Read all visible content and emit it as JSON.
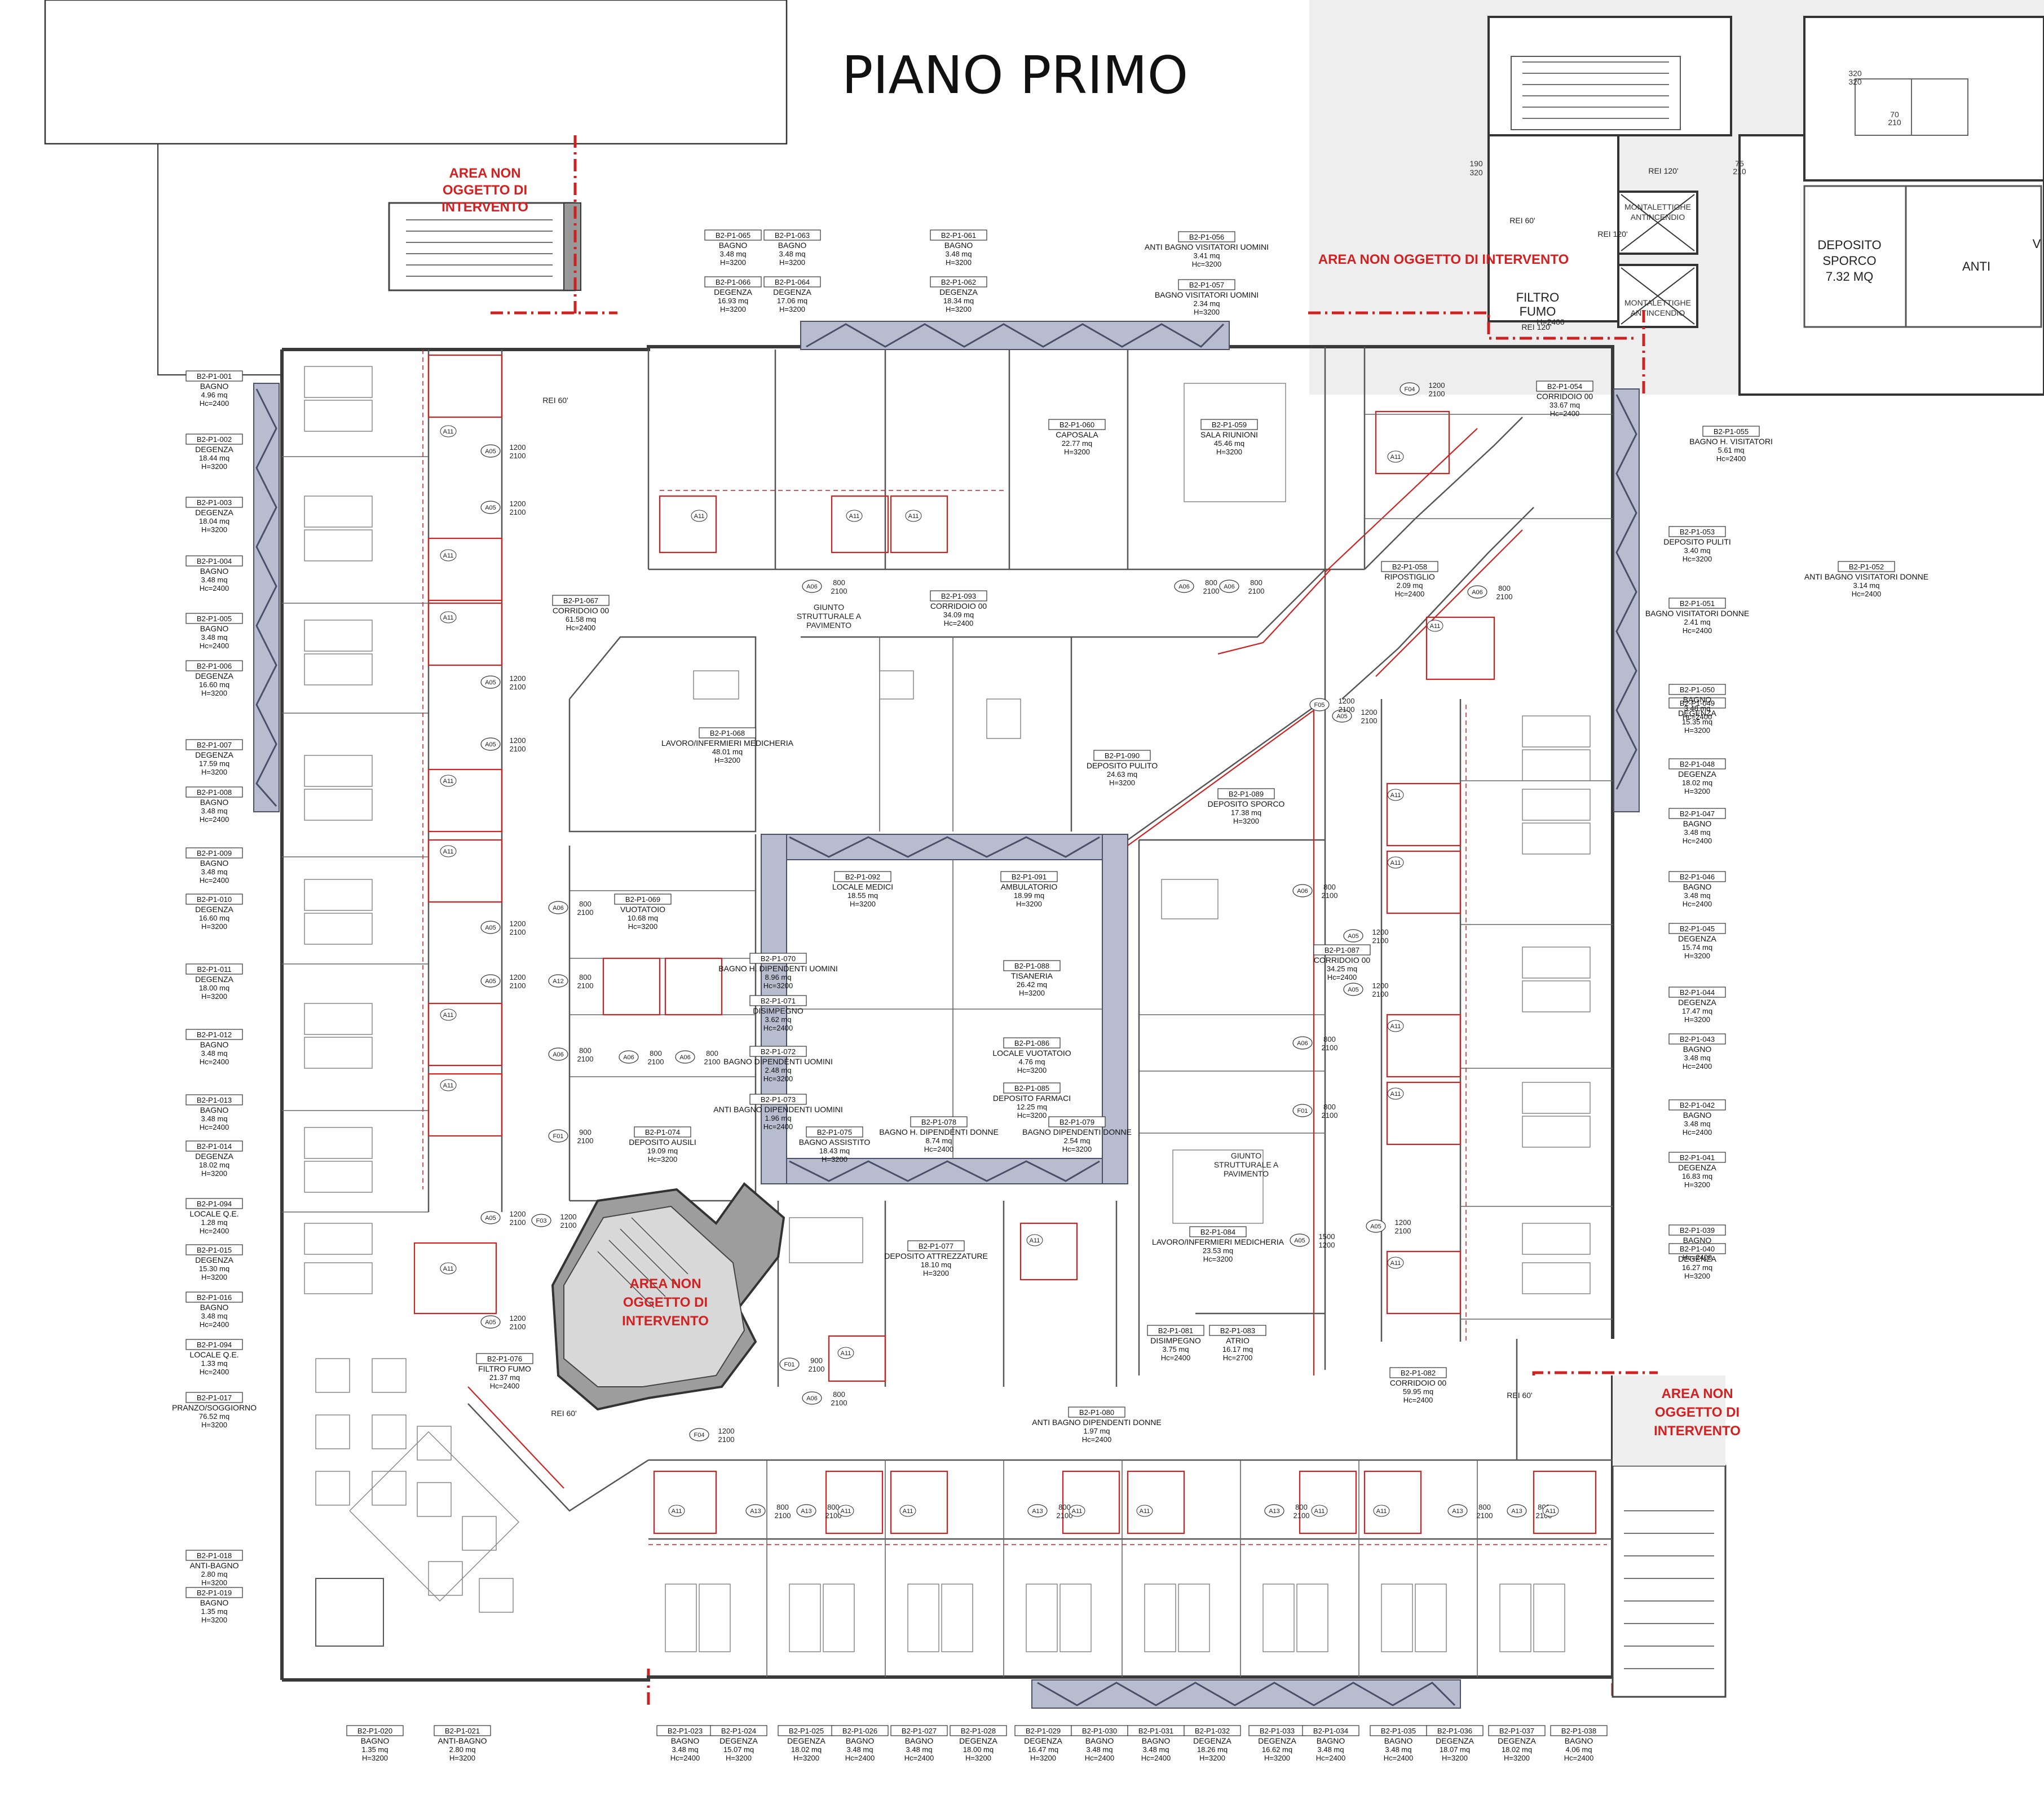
{
  "title": "PIANO PRIMO",
  "zones": [
    {
      "id": "zone-top-left",
      "lines": [
        "AREA NON",
        "OGGETTO DI",
        "INTERVENTO"
      ]
    },
    {
      "id": "zone-top-right",
      "lines": [
        "AREA NON OGGETTO DI INTERVENTO"
      ]
    },
    {
      "id": "zone-center",
      "lines": [
        "AREA NON",
        "OGGETTO DI",
        "INTERVENTO"
      ]
    },
    {
      "id": "zone-right",
      "lines": [
        "AREA NON",
        "OGGETTO DI",
        "INTERVENTO"
      ]
    }
  ],
  "rooms": [
    {
      "id": "B2-P1-001",
      "name": "BAGNO",
      "area": "4.96 mq",
      "h": "Hc=2400"
    },
    {
      "id": "B2-P1-002",
      "name": "DEGENZA",
      "area": "18.44 mq",
      "h": "H=3200"
    },
    {
      "id": "B2-P1-003",
      "name": "DEGENZA",
      "area": "18.04 mq",
      "h": "H=3200"
    },
    {
      "id": "B2-P1-004",
      "name": "BAGNO",
      "area": "3.48 mq",
      "h": "Hc=2400"
    },
    {
      "id": "B2-P1-005",
      "name": "BAGNO",
      "area": "3.48 mq",
      "h": "Hc=2400"
    },
    {
      "id": "B2-P1-006",
      "name": "DEGENZA",
      "area": "16.60 mq",
      "h": "H=3200"
    },
    {
      "id": "B2-P1-007",
      "name": "DEGENZA",
      "area": "17.59 mq",
      "h": "H=3200"
    },
    {
      "id": "B2-P1-008",
      "name": "BAGNO",
      "area": "3.48 mq",
      "h": "Hc=2400"
    },
    {
      "id": "B2-P1-009",
      "name": "BAGNO",
      "area": "3.48 mq",
      "h": "Hc=2400"
    },
    {
      "id": "B2-P1-010",
      "name": "DEGENZA",
      "area": "16.60 mq",
      "h": "H=3200"
    },
    {
      "id": "B2-P1-011",
      "name": "DEGENZA",
      "area": "18.00 mq",
      "h": "H=3200"
    },
    {
      "id": "B2-P1-012",
      "name": "BAGNO",
      "area": "3.48 mq",
      "h": "Hc=2400"
    },
    {
      "id": "B2-P1-013",
      "name": "BAGNO",
      "area": "3.48 mq",
      "h": "Hc=2400"
    },
    {
      "id": "B2-P1-014",
      "name": "DEGENZA",
      "area": "18.02 mq",
      "h": "H=3200"
    },
    {
      "id": "B2-P1-094",
      "name": "LOCALE Q.E.",
      "area": "1.28 mq",
      "h": "Hc=2400"
    },
    {
      "id": "B2-P1-015",
      "name": "DEGENZA",
      "area": "15.30 mq",
      "h": "H=3200"
    },
    {
      "id": "B2-P1-016",
      "name": "BAGNO",
      "area": "3.48 mq",
      "h": "Hc=2400"
    },
    {
      "id": "B2-P1-094",
      "name": "LOCALE Q.E.",
      "area": "1.33 mq",
      "h": "Hc=2400"
    },
    {
      "id": "B2-P1-017",
      "name": "PRANZO/SOGGIORNO",
      "area": "76.52 mq",
      "h": "H=3200"
    },
    {
      "id": "B2-P1-018",
      "name": "ANTI-BAGNO",
      "area": "2.80 mq",
      "h": "H=3200"
    },
    {
      "id": "B2-P1-019",
      "name": "BAGNO",
      "area": "1.35 mq",
      "h": "H=3200"
    },
    {
      "id": "B2-P1-020",
      "name": "BAGNO",
      "area": "1.35 mq",
      "h": "H=3200"
    },
    {
      "id": "B2-P1-021",
      "name": "ANTI-BAGNO",
      "area": "2.80 mq",
      "h": "H=3200"
    },
    {
      "id": "B2-P1-023",
      "name": "BAGNO",
      "area": "3.48 mq",
      "h": "Hc=2400"
    },
    {
      "id": "B2-P1-024",
      "name": "DEGENZA",
      "area": "15.07 mq",
      "h": "H=3200"
    },
    {
      "id": "B2-P1-025",
      "name": "DEGENZA",
      "area": "18.02 mq",
      "h": "H=3200"
    },
    {
      "id": "B2-P1-026",
      "name": "BAGNO",
      "area": "3.48 mq",
      "h": "Hc=2400"
    },
    {
      "id": "B2-P1-027",
      "name": "BAGNO",
      "area": "3.48 mq",
      "h": "Hc=2400"
    },
    {
      "id": "B2-P1-028",
      "name": "DEGENZA",
      "area": "18.00 mq",
      "h": "H=3200"
    },
    {
      "id": "B2-P1-029",
      "name": "DEGENZA",
      "area": "16.47 mq",
      "h": "H=3200"
    },
    {
      "id": "B2-P1-030",
      "name": "BAGNO",
      "area": "3.48 mq",
      "h": "Hc=2400"
    },
    {
      "id": "B2-P1-031",
      "name": "BAGNO",
      "area": "3.48 mq",
      "h": "Hc=2400"
    },
    {
      "id": "B2-P1-032",
      "name": "DEGENZA",
      "area": "18.26 mq",
      "h": "H=3200"
    },
    {
      "id": "B2-P1-033",
      "name": "DEGENZA",
      "area": "16.62 mq",
      "h": "H=3200"
    },
    {
      "id": "B2-P1-034",
      "name": "BAGNO",
      "area": "3.48 mq",
      "h": "Hc=2400"
    },
    {
      "id": "B2-P1-035",
      "name": "BAGNO",
      "area": "3.48 mq",
      "h": "Hc=2400"
    },
    {
      "id": "B2-P1-036",
      "name": "DEGENZA",
      "area": "18.07 mq",
      "h": "H=3200"
    },
    {
      "id": "B2-P1-037",
      "name": "DEGENZA",
      "area": "18.02 mq",
      "h": "H=3200"
    },
    {
      "id": "B2-P1-038",
      "name": "BAGNO",
      "area": "4.06 mq",
      "h": "Hc=2400"
    },
    {
      "id": "B2-P1-039",
      "name": "BAGNO",
      "area": "3.48 mq",
      "h": "Hc=2400"
    },
    {
      "id": "B2-P1-040",
      "name": "DEGENZA",
      "area": "16.27 mq",
      "h": "H=3200"
    },
    {
      "id": "B2-P1-041",
      "name": "DEGENZA",
      "area": "16.83 mq",
      "h": "H=3200"
    },
    {
      "id": "B2-P1-042",
      "name": "BAGNO",
      "area": "3.48 mq",
      "h": "Hc=2400"
    },
    {
      "id": "B2-P1-043",
      "name": "BAGNO",
      "area": "3.48 mq",
      "h": "Hc=2400"
    },
    {
      "id": "B2-P1-044",
      "name": "DEGENZA",
      "area": "17.47 mq",
      "h": "H=3200"
    },
    {
      "id": "B2-P1-045",
      "name": "DEGENZA",
      "area": "15.74 mq",
      "h": "H=3200"
    },
    {
      "id": "B2-P1-046",
      "name": "BAGNO",
      "area": "3.48 mq",
      "h": "Hc=2400"
    },
    {
      "id": "B2-P1-047",
      "name": "BAGNO",
      "area": "3.48 mq",
      "h": "Hc=2400"
    },
    {
      "id": "B2-P1-048",
      "name": "DEGENZA",
      "area": "18.02 mq",
      "h": "H=3200"
    },
    {
      "id": "B2-P1-049",
      "name": "DEGENZA",
      "area": "15.35 mq",
      "h": "H=3200"
    },
    {
      "id": "B2-P1-050",
      "name": "BAGNO",
      "area": "3.48 mq",
      "h": "Hc=2400"
    },
    {
      "id": "B2-P1-051",
      "name": "BAGNO VISITATORI DONNE",
      "area": "2.41 mq",
      "h": "Hc=2400"
    },
    {
      "id": "B2-P1-052",
      "name": "ANTI BAGNO VISITATORI DONNE",
      "area": "3.14 mq",
      "h": "Hc=2400"
    },
    {
      "id": "B2-P1-053",
      "name": "DEPOSITO PULITI",
      "area": "3.40 mq",
      "h": "Hc=3200"
    },
    {
      "id": "B2-P1-054",
      "name": "CORRIDOIO 00",
      "area": "33.67 mq",
      "h": "Hc=2400"
    },
    {
      "id": "B2-P1-055",
      "name": "BAGNO H. VISITATORI",
      "area": "5.61 mq",
      "h": "Hc=2400"
    },
    {
      "id": "B2-P1-056",
      "name": "ANTI BAGNO VISITATORI UOMINI",
      "area": "3.41 mq",
      "h": "Hc=3200"
    },
    {
      "id": "B2-P1-057",
      "name": "BAGNO VISITATORI UOMINI",
      "area": "2.34 mq",
      "h": "H=3200"
    },
    {
      "id": "B2-P1-058",
      "name": "RIPOSTIGLIO",
      "area": "2.09 mq",
      "h": "Hc=2400"
    },
    {
      "id": "B2-P1-059",
      "name": "SALA RIUNIONI",
      "area": "45.46 mq",
      "h": "H=3200"
    },
    {
      "id": "B2-P1-060",
      "name": "CAPOSALA",
      "area": "22.77 mq",
      "h": "H=3200"
    },
    {
      "id": "B2-P1-061",
      "name": "BAGNO",
      "area": "3.48 mq",
      "h": "H=3200"
    },
    {
      "id": "B2-P1-062",
      "name": "DEGENZA",
      "area": "18.34 mq",
      "h": "H=3200"
    },
    {
      "id": "B2-P1-063",
      "name": "BAGNO",
      "area": "3.48 mq",
      "h": "H=3200"
    },
    {
      "id": "B2-P1-064",
      "name": "DEGENZA",
      "area": "17.06 mq",
      "h": "H=3200"
    },
    {
      "id": "B2-P1-065",
      "name": "BAGNO",
      "area": "3.48 mq",
      "h": "H=3200"
    },
    {
      "id": "B2-P1-066",
      "name": "DEGENZA",
      "area": "16.93 mq",
      "h": "H=3200"
    },
    {
      "id": "B2-P1-067",
      "name": "CORRIDOIO 00",
      "area": "61.58 mq",
      "h": "Hc=2400"
    },
    {
      "id": "B2-P1-068",
      "name": "LAVORO/INFERMIERI MEDICHERIA",
      "area": "48.01 mq",
      "h": "H=3200"
    },
    {
      "id": "B2-P1-069",
      "name": "VUOTATOIO",
      "area": "10.68 mq",
      "h": "Hc=3200"
    },
    {
      "id": "B2-P1-070",
      "name": "BAGNO H. DIPENDENTI UOMINI",
      "area": "8.96 mq",
      "h": "Hc=3200"
    },
    {
      "id": "B2-P1-071",
      "name": "DISIMPEGNO",
      "area": "3.62 mq",
      "h": "Hc=2400"
    },
    {
      "id": "B2-P1-072",
      "name": "BAGNO DIPENDENTI UOMINI",
      "area": "2.48 mq",
      "h": "Hc=3200"
    },
    {
      "id": "B2-P1-073",
      "name": "ANTI BAGNO DIPENDENTI UOMINI",
      "area": "1.96 mq",
      "h": "Hc=2400"
    },
    {
      "id": "B2-P1-074",
      "name": "DEPOSITO AUSILI",
      "area": "19.09 mq",
      "h": "Hc=3200"
    },
    {
      "id": "B2-P1-075",
      "name": "BAGNO ASSISTITO",
      "area": "18.43 mq",
      "h": "H=3200"
    },
    {
      "id": "B2-P1-076",
      "name": "FILTRO FUMO",
      "area": "21.37 mq",
      "h": "Hc=2400"
    },
    {
      "id": "B2-P1-077",
      "name": "DEPOSITO ATTREZZATURE",
      "area": "18.10 mq",
      "h": "H=3200"
    },
    {
      "id": "B2-P1-078",
      "name": "BAGNO H. DIPENDENTI DONNE",
      "area": "8.74 mq",
      "h": "Hc=2400"
    },
    {
      "id": "B2-P1-079",
      "name": "BAGNO DIPENDENTI DONNE",
      "area": "2.54 mq",
      "h": "Hc=3200"
    },
    {
      "id": "B2-P1-080",
      "name": "ANTI BAGNO DIPENDENTI DONNE",
      "area": "1.97 mq",
      "h": "Hc=2400"
    },
    {
      "id": "B2-P1-081",
      "name": "DISIMPEGNO",
      "area": "3.75 mq",
      "h": "Hc=2400"
    },
    {
      "id": "B2-P1-082",
      "name": "CORRIDOIO 00",
      "area": "59.95 mq",
      "h": "Hc=2400"
    },
    {
      "id": "B2-P1-083",
      "name": "ATRIO",
      "area": "16.17 mq",
      "h": "Hc=2700"
    },
    {
      "id": "B2-P1-084",
      "name": "LAVORO/INFERMIERI MEDICHERIA",
      "area": "23.53 mq",
      "h": "Hc=3200"
    },
    {
      "id": "B2-P1-085",
      "name": "DEPOSITO FARMACI",
      "area": "12.25 mq",
      "h": "Hc=3200"
    },
    {
      "id": "B2-P1-086",
      "name": "LOCALE VUOTATOIO",
      "area": "4.76 mq",
      "h": "Hc=3200"
    },
    {
      "id": "B2-P1-087",
      "name": "CORRIDOIO 00",
      "area": "34.25 mq",
      "h": "Hc=2400"
    },
    {
      "id": "B2-P1-088",
      "name": "TISANERIA",
      "area": "26.42 mq",
      "h": "H=3200"
    },
    {
      "id": "B2-P1-089",
      "name": "DEPOSITO SPORCO",
      "area": "17.38 mq",
      "h": "H=3200"
    },
    {
      "id": "B2-P1-090",
      "name": "DEPOSITO PULITO",
      "area": "24.63 mq",
      "h": "H=3200"
    },
    {
      "id": "B2-P1-091",
      "name": "AMBULATORIO",
      "area": "18.99 mq",
      "h": "H=3200"
    },
    {
      "id": "B2-P1-092",
      "name": "LOCALE MEDICI",
      "area": "18.55 mq",
      "h": "H=3200"
    },
    {
      "id": "B2-P1-093",
      "name": "CORRIDOIO 00",
      "area": "34.09 mq",
      "h": "Hc=2400"
    }
  ],
  "notes": {
    "giunto1": [
      "GIUNTO",
      "STRUTTURALE A",
      "PAVIMENTO"
    ],
    "giunto2": [
      "GIUNTO",
      "STRUTTURALE A",
      "PAVIMENTO"
    ],
    "rei60_a": "REI 60'",
    "rei60_b": "REI 60'",
    "rei60_c": "REI 60'",
    "rei60_d": "REI 60'",
    "rei120": "REI 120'",
    "rei120_b": "REI 120'",
    "rei120_c": "REI 120'",
    "filtro": [
      "FILTRO",
      "FUMO"
    ],
    "filtro_h": "H=2400"
  },
  "external": {
    "deposito": [
      "DEPOSITO",
      "SPORCO",
      "7.32 MQ"
    ],
    "anti": "ANTI",
    "wc_partial": "V",
    "montaletti1": [
      "MONTALETTIGHE",
      "ANTINCENDIO"
    ],
    "montaletti2": [
      "MONTALETTIGHE",
      "ANTINCENDIO"
    ],
    "dim_190": [
      "190",
      "320"
    ],
    "dim_top": [
      "320",
      "320"
    ],
    "dim_70": [
      "70",
      "210"
    ],
    "dim_75": [
      "75",
      "210"
    ]
  },
  "doors": [
    {
      "code": "A05",
      "dim": [
        "1200",
        "2100"
      ]
    },
    {
      "code": "A05",
      "dim": [
        "1200",
        "2100"
      ]
    },
    {
      "code": "A05",
      "dim": [
        "1200",
        "2100"
      ]
    },
    {
      "code": "A05",
      "dim": [
        "1200",
        "2100"
      ]
    },
    {
      "code": "A05",
      "dim": [
        "1200",
        "2100"
      ]
    },
    {
      "code": "A05",
      "dim": [
        "1200",
        "2100"
      ]
    },
    {
      "code": "A05",
      "dim": [
        "1200",
        "2100"
      ]
    },
    {
      "code": "A05",
      "dim": [
        "1200",
        "2100"
      ]
    },
    {
      "code": "A06",
      "dim": [
        "800",
        "2100"
      ]
    },
    {
      "code": "A12",
      "dim": [
        "800",
        "2100"
      ]
    },
    {
      "code": "A06",
      "dim": [
        "800",
        "2100"
      ]
    },
    {
      "code": "A06",
      "dim": [
        "800",
        "2100"
      ]
    },
    {
      "code": "F01",
      "dim": [
        "900",
        "2100"
      ]
    },
    {
      "code": "A06",
      "dim": [
        "800",
        "2100"
      ]
    },
    {
      "code": "A06",
      "dim": [
        "800",
        "2100"
      ]
    },
    {
      "code": "F01",
      "dim": [
        "900",
        "2100"
      ]
    },
    {
      "code": "A06",
      "dim": [
        "800",
        "2100"
      ]
    },
    {
      "code": "A05",
      "dim": [
        "1200",
        "2100"
      ]
    },
    {
      "code": "A05",
      "dim": [
        "1200",
        "2100"
      ]
    },
    {
      "code": "A05",
      "dim": [
        "1200",
        "2100"
      ]
    },
    {
      "code": "A05",
      "dim": [
        "1200",
        "2100"
      ]
    },
    {
      "code": "A06",
      "dim": [
        "800",
        "2100"
      ]
    },
    {
      "code": "A06",
      "dim": [
        "800",
        "2100"
      ]
    },
    {
      "code": "F01",
      "dim": [
        "800",
        "2100"
      ]
    },
    {
      "code": "A06",
      "dim": [
        "800",
        "2100"
      ]
    },
    {
      "code": "A06",
      "dim": [
        "800",
        "2100"
      ]
    },
    {
      "code": "A06",
      "dim": [
        "800",
        "2100"
      ]
    },
    {
      "code": "A13",
      "dim": [
        "800",
        "2100"
      ]
    },
    {
      "code": "A13",
      "dim": [
        "800",
        "2100"
      ]
    },
    {
      "code": "A13",
      "dim": [
        "800",
        "2100"
      ]
    },
    {
      "code": "A13",
      "dim": [
        "800",
        "2100"
      ]
    },
    {
      "code": "A13",
      "dim": [
        "800",
        "2100"
      ]
    },
    {
      "code": "A13",
      "dim": [
        "800",
        "2100"
      ]
    },
    {
      "code": "F04",
      "dim": [
        "1200",
        "2100"
      ]
    },
    {
      "code": "F03",
      "dim": [
        "1200",
        "2100"
      ]
    },
    {
      "code": "F04",
      "dim": [
        "1200",
        "2100"
      ]
    },
    {
      "code": "F05",
      "dim": [
        "1200",
        "2100"
      ]
    },
    {
      "code": "A05",
      "dim": [
        "1500",
        "1200"
      ]
    }
  ],
  "tags": [
    "A11",
    "A11",
    "A11",
    "A11",
    "A11",
    "A11",
    "A11",
    "A11",
    "A11",
    "A11",
    "A11",
    "A11",
    "A11",
    "A11",
    "A11",
    "A11",
    "A11",
    "A11",
    "A11",
    "A11",
    "A11",
    "A11",
    "A11",
    "A11",
    "A11",
    "A11",
    "A11",
    "A11"
  ]
}
